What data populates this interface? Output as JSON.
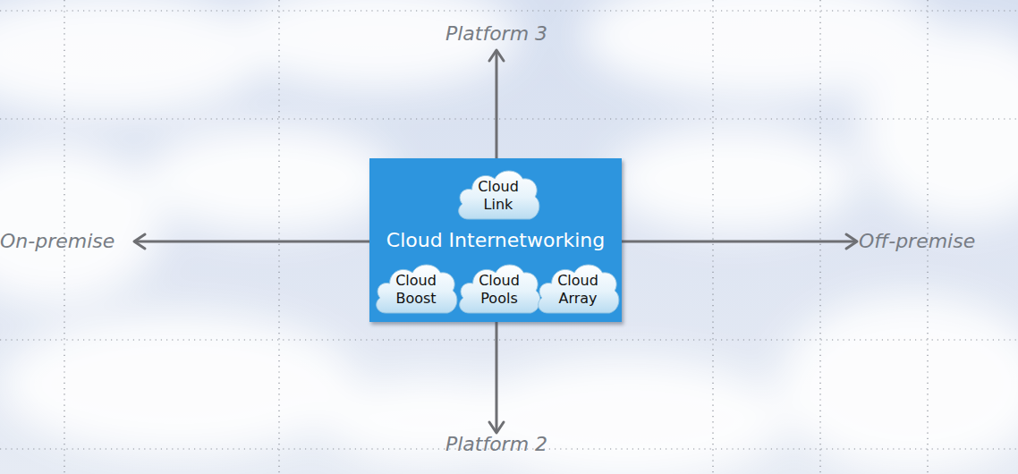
{
  "diagram": {
    "nodes": [
      {
        "text": [
          "Cloud Internetworking"
        ]
      },
      {
        "text": [
          "Cloud Link"
        ],
        "in": 0
      },
      {
        "text": [
          "Cloud Boost"
        ],
        "in": 0
      },
      {
        "text": [
          "Cloud Pools"
        ],
        "in": 0
      },
      {
        "text": [
          "Cloud Array"
        ],
        "in": 0
      }
    ],
    "labels": [
      "Platform 3",
      "On-premise",
      "Off-premise",
      "Platform 2"
    ]
  }
}
